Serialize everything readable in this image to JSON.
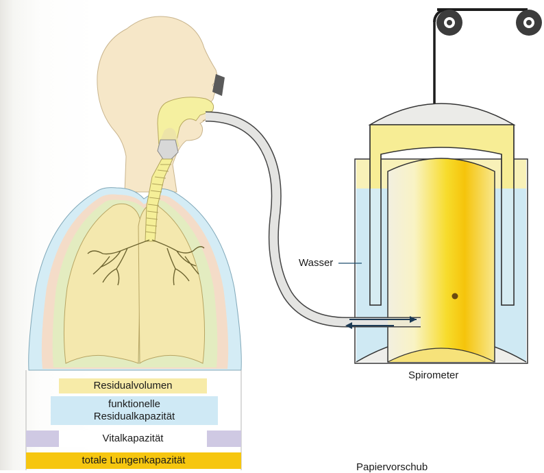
{
  "labels": {
    "wasser": "Wasser",
    "spirometer": "Spirometer",
    "papiervorschub": "Papiervorschub"
  },
  "volumes": {
    "residualvolumen": "Residualvolumen",
    "frc_line1": "funktionelle",
    "frc_line2": "Residualkapazität",
    "vitalkapazitaet": "Vitalkapazität",
    "totale": "totale Lungenkapazität"
  },
  "colors": {
    "skin": "#f6e7c8",
    "airway": "#f5f0a0",
    "lung": "#f4e8ae",
    "pleura_blue": "#d4ecf5",
    "water": "#cfe9f3",
    "bell_yellow": "#f7ed95",
    "gold": "#f5c20a",
    "residual_band": "#f7eba8",
    "frc_band": "#cfe9f5",
    "vital_purple": "#cfc9e3",
    "tlc_band": "#f6c60f"
  }
}
